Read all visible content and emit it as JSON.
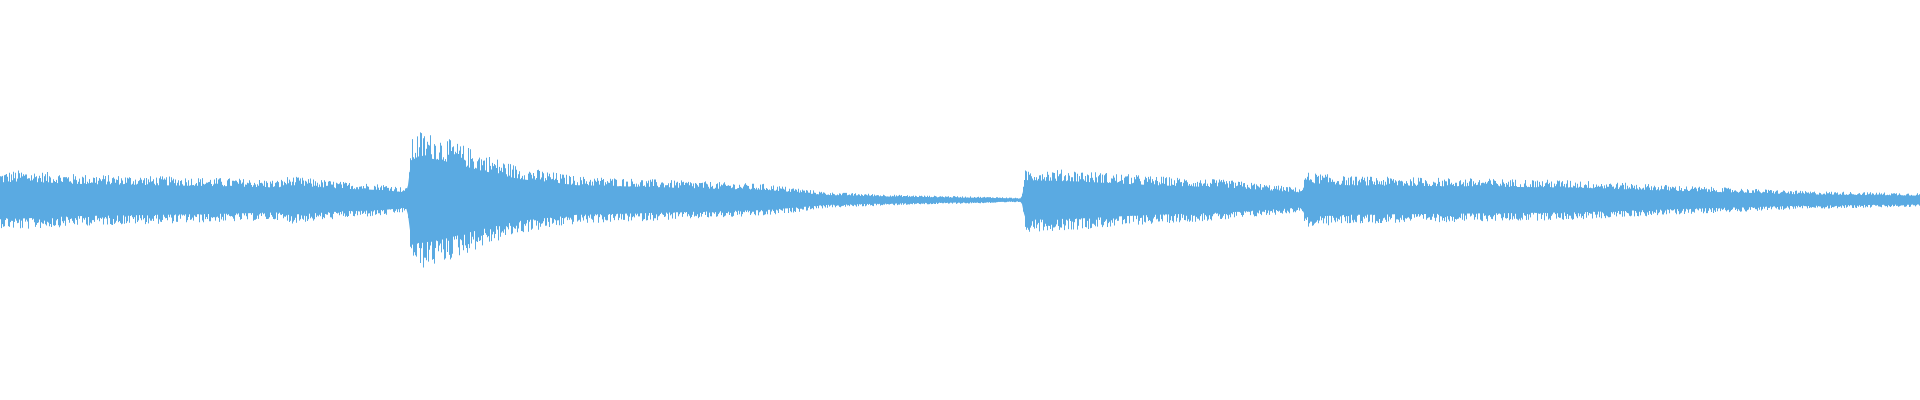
{
  "waveform": {
    "color": "#5aaae2",
    "background": "#ffffff",
    "amplitude_envelope": [
      [
        0.0,
        0.14
      ],
      [
        0.01,
        0.15
      ],
      [
        0.04,
        0.13
      ],
      [
        0.08,
        0.12
      ],
      [
        0.12,
        0.11
      ],
      [
        0.145,
        0.1
      ],
      [
        0.15,
        0.12
      ],
      [
        0.18,
        0.09
      ],
      [
        0.2,
        0.08
      ],
      [
        0.212,
        0.06
      ],
      [
        0.214,
        0.3
      ],
      [
        0.218,
        0.35
      ],
      [
        0.23,
        0.32
      ],
      [
        0.25,
        0.24
      ],
      [
        0.27,
        0.17
      ],
      [
        0.3,
        0.12
      ],
      [
        0.35,
        0.1
      ],
      [
        0.4,
        0.08
      ],
      [
        0.43,
        0.04
      ],
      [
        0.47,
        0.025
      ],
      [
        0.52,
        0.015
      ],
      [
        0.532,
        0.01
      ],
      [
        0.534,
        0.16
      ],
      [
        0.56,
        0.15
      ],
      [
        0.6,
        0.12
      ],
      [
        0.64,
        0.1
      ],
      [
        0.678,
        0.06
      ],
      [
        0.68,
        0.14
      ],
      [
        0.7,
        0.12
      ],
      [
        0.76,
        0.11
      ],
      [
        0.82,
        0.1
      ],
      [
        0.88,
        0.07
      ],
      [
        0.94,
        0.045
      ],
      [
        1.0,
        0.035
      ]
    ]
  }
}
